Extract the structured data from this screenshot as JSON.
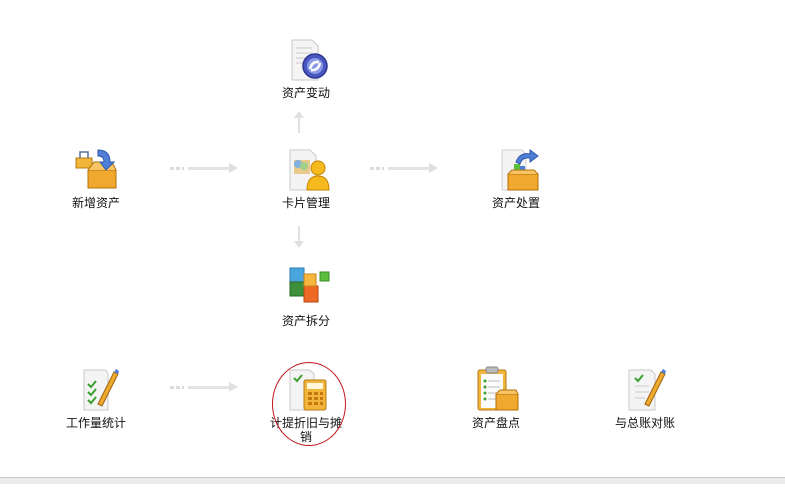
{
  "workflow": {
    "nodes": [
      {
        "id": "asset-change",
        "label": "资产变动",
        "icon": "document-refresh-icon"
      },
      {
        "id": "new-asset",
        "label": "新增资产",
        "icon": "box-add-icon"
      },
      {
        "id": "card-management",
        "label": "卡片管理",
        "icon": "card-user-icon"
      },
      {
        "id": "asset-disposal",
        "label": "资产处置",
        "icon": "box-export-icon"
      },
      {
        "id": "asset-split",
        "label": "资产拆分",
        "icon": "blocks-split-icon"
      },
      {
        "id": "workload-stats",
        "label": "工作量统计",
        "icon": "checklist-pen-icon"
      },
      {
        "id": "depreciation",
        "label": "计提折旧与摊销",
        "icon": "document-calculator-icon"
      },
      {
        "id": "asset-inventory",
        "label": "资产盘点",
        "icon": "clipboard-box-icon"
      },
      {
        "id": "ledger-reconcile",
        "label": "与总账对账",
        "icon": "checklist-pen-icon"
      }
    ],
    "highlight": {
      "node": "depreciation",
      "color": "#c4161c"
    },
    "arrow_color": "#e0e0e0"
  }
}
